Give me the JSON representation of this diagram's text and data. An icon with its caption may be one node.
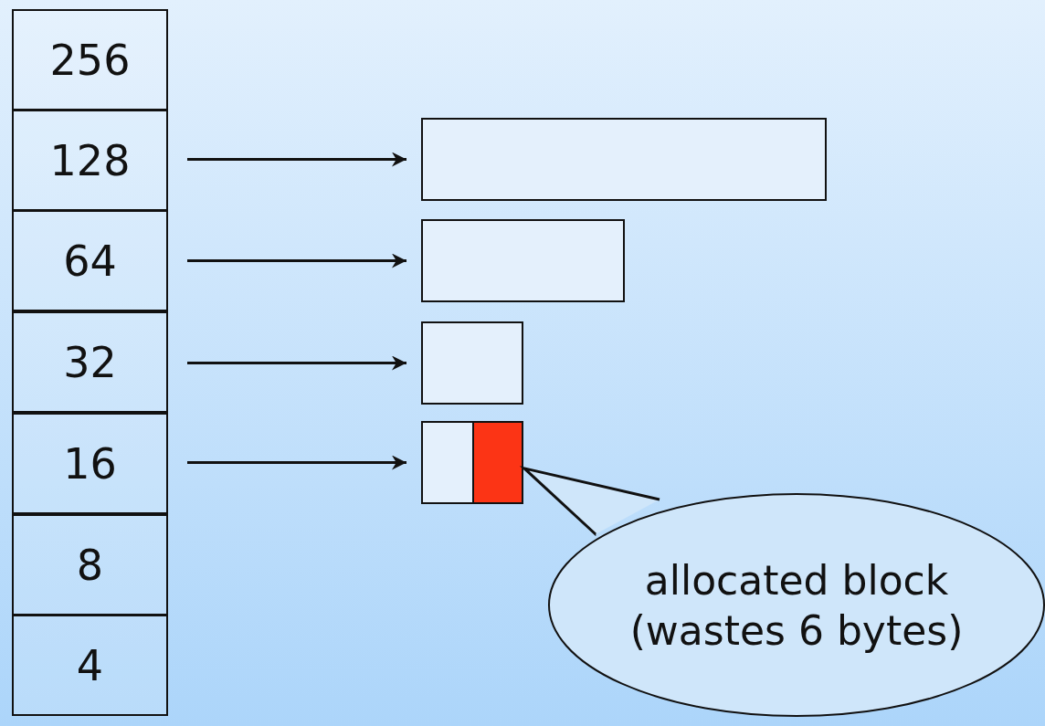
{
  "diagram": {
    "nodes": [
      {
        "text": [
          "256"
        ]
      },
      {
        "text": [
          "128"
        ]
      },
      {
        "text": [
          "64"
        ]
      },
      {
        "text": [
          "32"
        ]
      },
      {
        "text": [
          "16"
        ]
      },
      {
        "text": [
          "8"
        ]
      },
      {
        "text": [
          "4"
        ]
      },
      {
        "text": [],
        "shape": "box"
      },
      {
        "text": [],
        "shape": "box"
      },
      {
        "text": [],
        "shape": "box"
      },
      {
        "text": [],
        "shape": "box"
      },
      {
        "text": [],
        "shape": "box"
      },
      {
        "text": [
          "allocated block (wastes 6 bytes)"
        ]
      }
    ],
    "edges": [
      {
        "from": 1,
        "to": 7,
        "arrow": "to"
      },
      {
        "from": 2,
        "to": 8,
        "arrow": "to"
      },
      {
        "from": 3,
        "to": 9,
        "arrow": "to"
      },
      {
        "from": 4,
        "to": 10,
        "arrow": "to"
      },
      {
        "from": 12,
        "to": 11,
        "arrow": "none"
      }
    ]
  }
}
